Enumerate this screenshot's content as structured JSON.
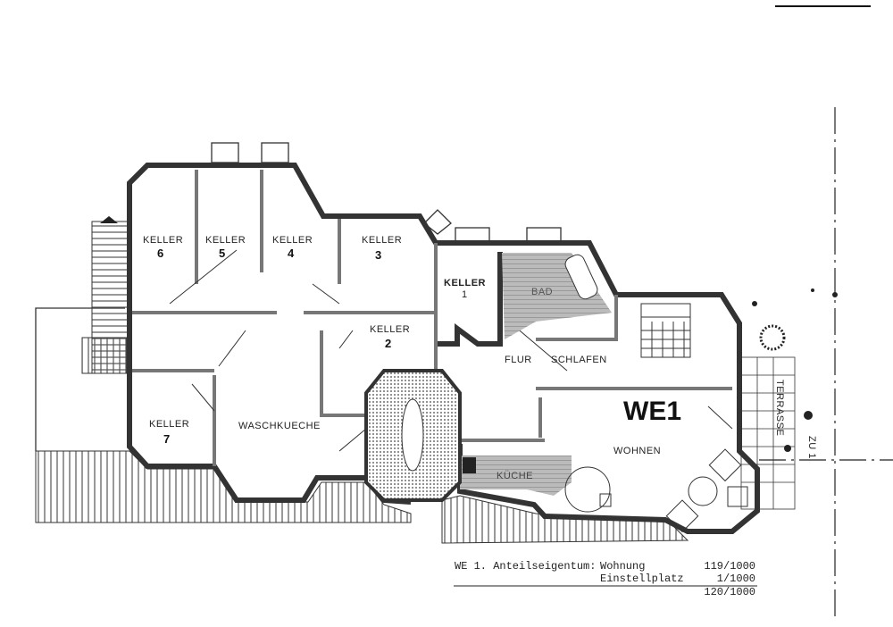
{
  "plan": {
    "unit_label": "WE1",
    "rooms": {
      "keller6": {
        "name": "KELLER",
        "number": "6"
      },
      "keller5": {
        "name": "KELLER",
        "number": "5"
      },
      "keller4": {
        "name": "KELLER",
        "number": "4"
      },
      "keller3": {
        "name": "KELLER",
        "number": "3"
      },
      "keller1": {
        "name": "KELLER",
        "number": "1"
      },
      "keller2": {
        "name": "KELLER",
        "number": "2"
      },
      "keller7": {
        "name": "KELLER",
        "number": "7"
      },
      "waschkueche": "WASCHKUECHE",
      "flur": "FLUR",
      "schlafen": "SCHLAFEN",
      "bad": "BAD",
      "kueche": "KÜCHE",
      "wohnen": "WOHNEN",
      "terrasse": "TERRASSE",
      "zu": "ZU 1"
    }
  },
  "ownership": {
    "prefix": "WE 1. Anteilseigentum:",
    "rows": [
      {
        "label": "Wohnung",
        "value": "119/1000"
      },
      {
        "label": "Einstellplatz",
        "value": "1/1000"
      }
    ],
    "total": "120/1000"
  }
}
